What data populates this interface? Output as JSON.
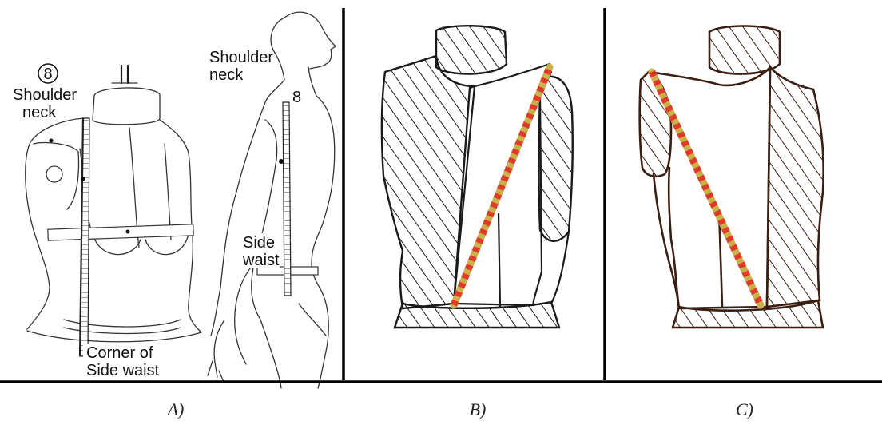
{
  "panels": [
    {
      "caption": "A)",
      "badge": "8",
      "labels": {
        "shoulder_neck_front_1": "Shoulder",
        "shoulder_neck_front_2": "neck",
        "corner_1": "Corner of",
        "corner_2": "Side waist",
        "shoulder_neck_side_1": "Shoulder",
        "shoulder_neck_side_2": "neck",
        "side_badge": "8",
        "side_waist_1": "Side",
        "side_waist_2": "waist"
      }
    },
    {
      "caption": "B)"
    },
    {
      "caption": "C)"
    }
  ],
  "colors": {
    "measure_red": "#e03a2a",
    "measure_yellow": "#c9b24a",
    "ink": "#1a1a1a",
    "brown_ink": "#3a1e12"
  }
}
